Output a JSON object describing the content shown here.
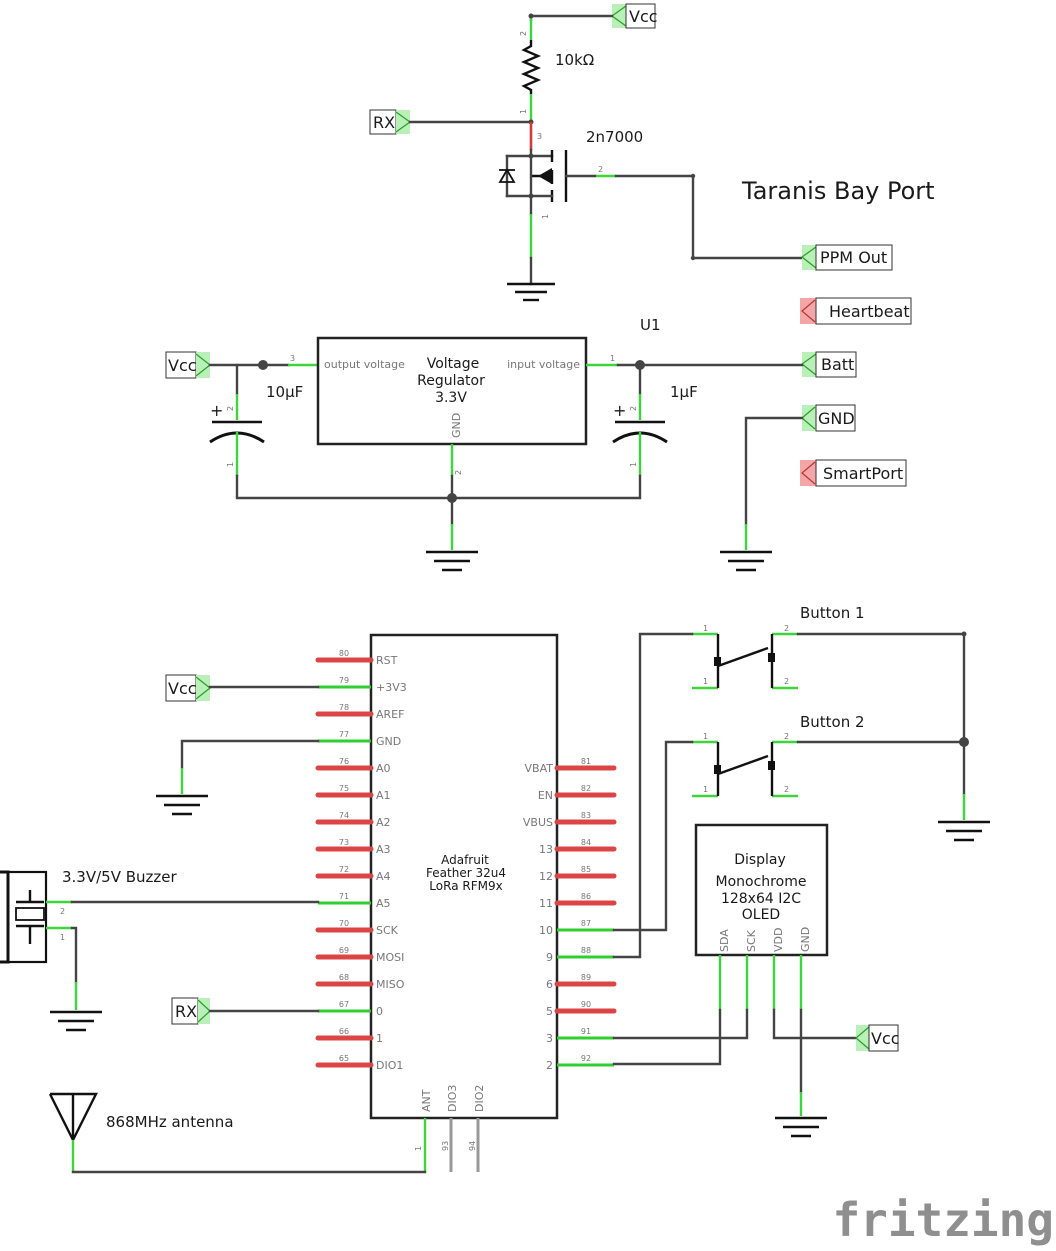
{
  "title": "Taranis Bay Port",
  "watermark": "fritzing",
  "colors": {
    "wire": "#444444",
    "pin_connected": "#3cd63c",
    "pin_unconnected": "#dc4545",
    "net_label_ok": "#b8f0b8",
    "net_label_warn": "#f4a6a6"
  },
  "net_labels": {
    "vcc": "Vcc",
    "rx": "RX",
    "ppm_out": "PPM Out",
    "heartbeat": "Heartbeat",
    "batt": "Batt",
    "gnd": "GND",
    "smartport": "SmartPort"
  },
  "components": {
    "resistor": {
      "value": "10kΩ",
      "pins": [
        "2",
        "1"
      ]
    },
    "mosfet": {
      "label": "2n7000",
      "pins": [
        "3",
        "2",
        "1"
      ]
    },
    "regulator": {
      "ref": "U1",
      "name_lines": [
        "Voltage",
        "Regulator",
        "3.3V"
      ],
      "pin_out": "output voltage",
      "pin_in": "input voltage",
      "pin_gnd": "GND",
      "pin_numbers": [
        "3",
        "1",
        "2"
      ]
    },
    "cap_left": {
      "value": "10µF",
      "plus": "+",
      "pins": [
        "2",
        "1"
      ]
    },
    "cap_right": {
      "value": "1µF",
      "plus": "+",
      "pins": [
        "2",
        "1"
      ]
    },
    "button1": {
      "label": "Button 1",
      "pins": [
        "1",
        "2",
        "1",
        "2"
      ]
    },
    "button2": {
      "label": "Button 2",
      "pins": [
        "1",
        "2",
        "1",
        "2"
      ]
    },
    "feather": {
      "name_lines": [
        "Adafruit",
        "Feather 32u4",
        "LoRa RFM9x"
      ],
      "left_pins": [
        {
          "name": "RST",
          "num": "80"
        },
        {
          "name": "+3V3",
          "num": "79"
        },
        {
          "name": "AREF",
          "num": "78"
        },
        {
          "name": "GND",
          "num": "77"
        },
        {
          "name": "A0",
          "num": "76"
        },
        {
          "name": "A1",
          "num": "75"
        },
        {
          "name": "A2",
          "num": "74"
        },
        {
          "name": "A3",
          "num": "73"
        },
        {
          "name": "A4",
          "num": "72"
        },
        {
          "name": "A5",
          "num": "71"
        },
        {
          "name": "SCK",
          "num": "70"
        },
        {
          "name": "MOSI",
          "num": "69"
        },
        {
          "name": "MISO",
          "num": "68"
        },
        {
          "name": "0",
          "num": "67"
        },
        {
          "name": "1",
          "num": "66"
        },
        {
          "name": "DIO1",
          "num": "65"
        }
      ],
      "right_pins": [
        {
          "name": "VBAT",
          "num": "81"
        },
        {
          "name": "EN",
          "num": "82"
        },
        {
          "name": "VBUS",
          "num": "83"
        },
        {
          "name": "13",
          "num": "84"
        },
        {
          "name": "12",
          "num": "85"
        },
        {
          "name": "11",
          "num": "86"
        },
        {
          "name": "10",
          "num": "87"
        },
        {
          "name": "9",
          "num": "88"
        },
        {
          "name": "6",
          "num": "89"
        },
        {
          "name": "5",
          "num": "90"
        },
        {
          "name": "3",
          "num": "91"
        },
        {
          "name": "2",
          "num": "92"
        }
      ],
      "bottom_pins": [
        {
          "name": "ANT",
          "num": "1"
        },
        {
          "name": "DIO3",
          "num": "93"
        },
        {
          "name": "DIO2",
          "num": "94"
        }
      ]
    },
    "display": {
      "name_lines": [
        "Display",
        "Monochrome",
        "128x64 I2C",
        "OLED"
      ],
      "pins": [
        "SDA",
        "SCK",
        "VDD",
        "GND"
      ]
    },
    "buzzer": {
      "label": "3.3V/5V Buzzer",
      "pins": [
        "2",
        "1"
      ]
    },
    "antenna": {
      "label": "868MHz antenna"
    }
  }
}
